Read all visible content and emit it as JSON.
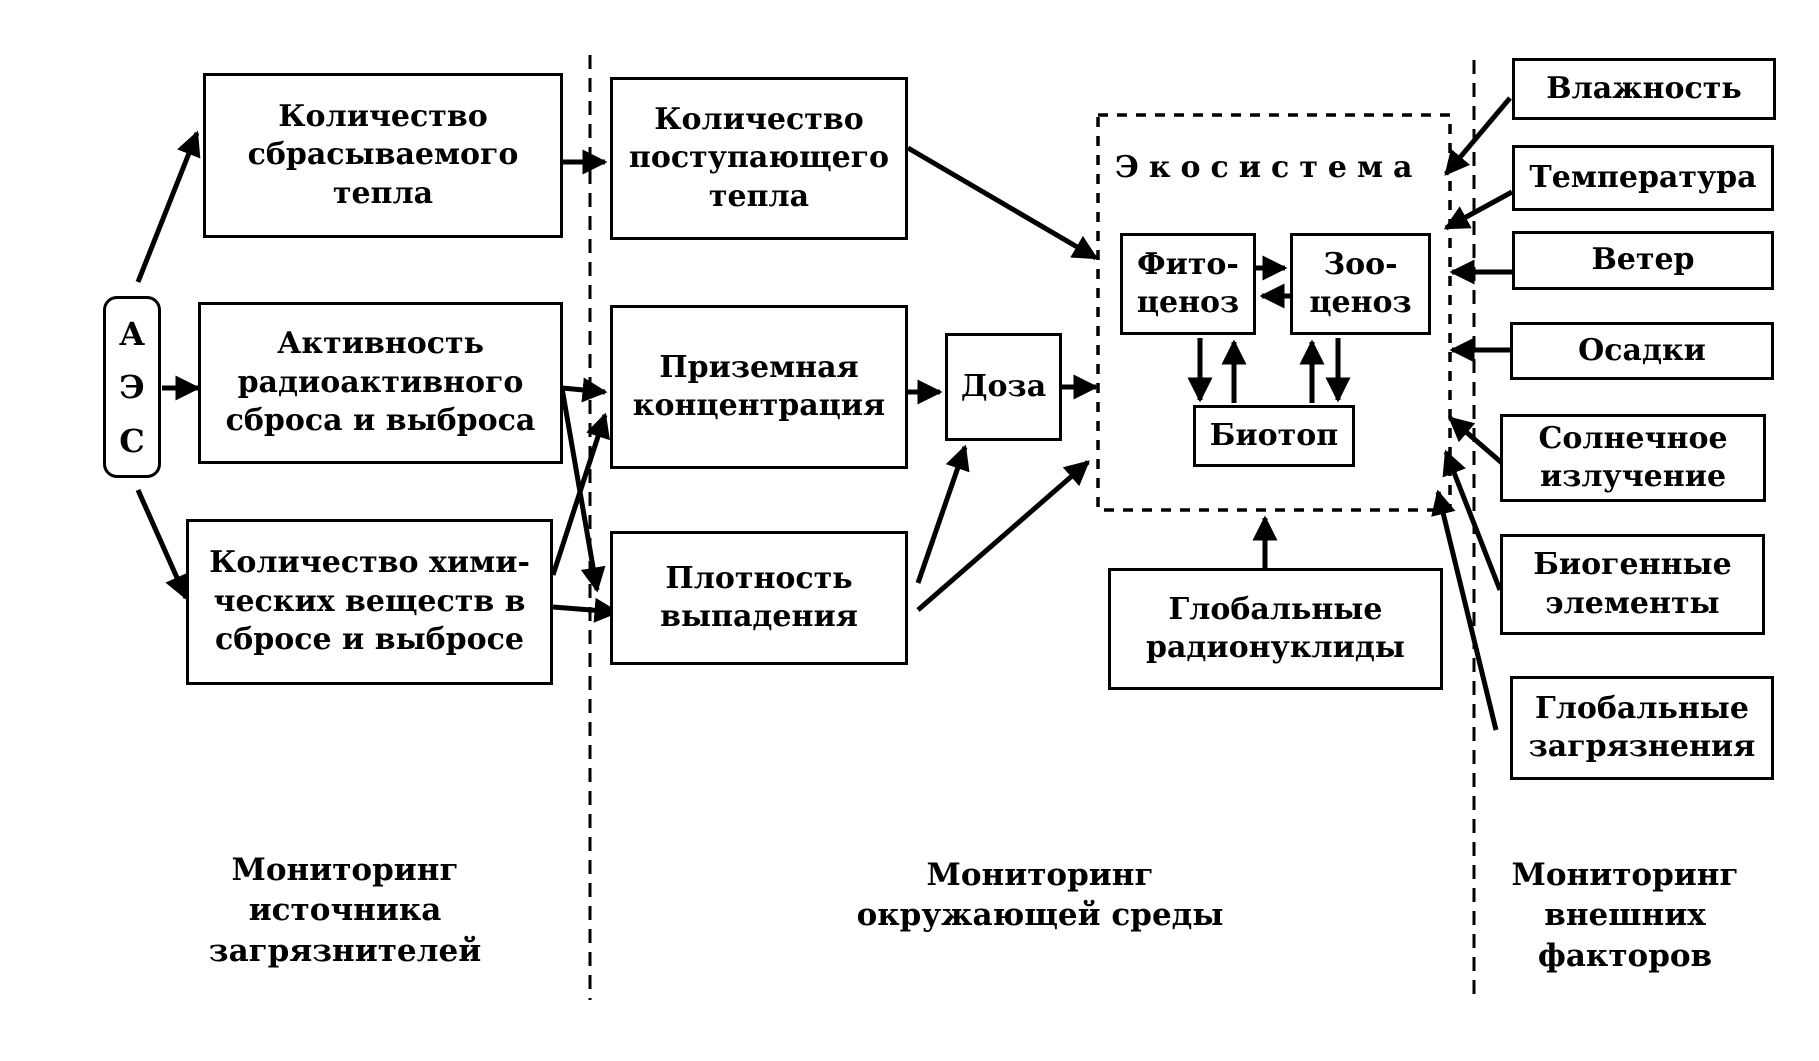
{
  "source": {
    "letters": [
      "А",
      "Э",
      "С"
    ]
  },
  "boxes": {
    "heat_discharged": "Количество\nсбрасываемого\nтепла",
    "radio_activity": "Активность\nрадиоактивного\nсброса и выброса",
    "chem_quantity": "Количество хими-\nческих веществ в\nсбросе и выбросе",
    "heat_incoming": "Количество\nпоступающего\nтепла",
    "ground_concentration": "Приземная\nконцентрация",
    "fallout_density": "Плотность\nвыпадения",
    "dose": "Доза",
    "phytocenosis": "Фито-\nценоз",
    "zoocenosis": "Зоо-\nценоз",
    "biotope": "Биотоп",
    "global_radionuclides": "Глобальные\nрадионуклиды"
  },
  "ecosystem": {
    "title": "Экосистема"
  },
  "external_factors": [
    "Влажность",
    "Температура",
    "Ветер",
    "Осадки",
    "Солнечное\nизлучение",
    "Биогенные\nэлементы",
    "Глобальные\nзагрязнения"
  ],
  "sections": {
    "source": "Мониторинг\nисточника\nзагрязнителей",
    "environment": "Мониторинг\nокружающей среды",
    "external": "Мониторинг\nвнешних\nфакторов"
  }
}
